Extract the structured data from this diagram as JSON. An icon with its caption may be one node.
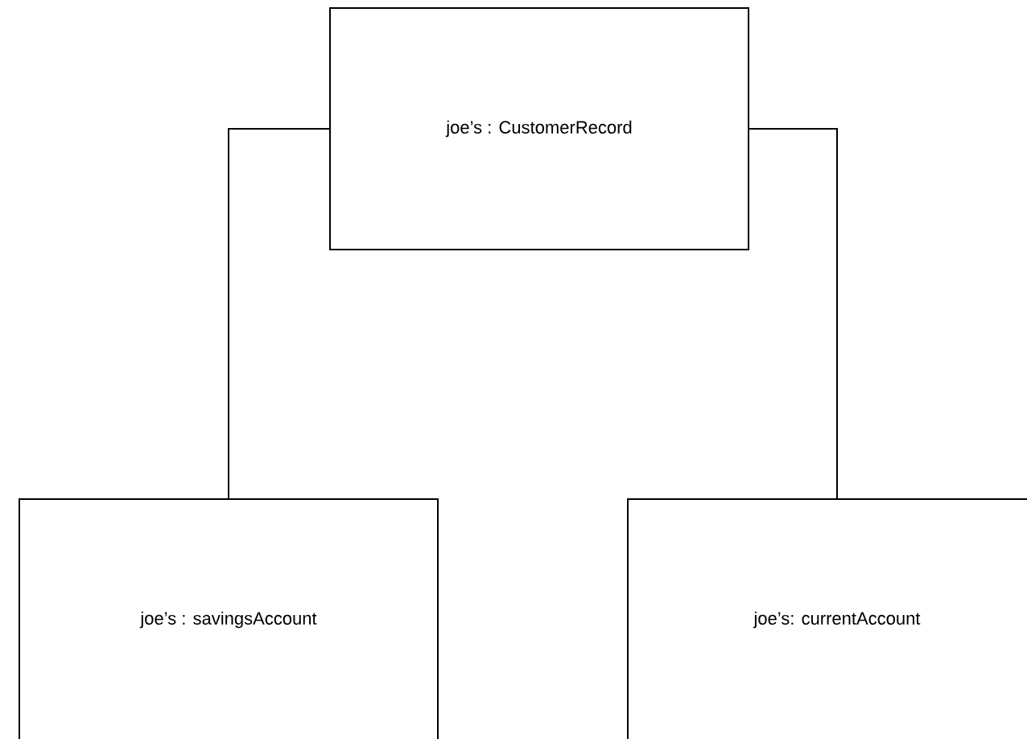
{
  "diagram": {
    "nodes": [
      {
        "text": [
          "joe’s : CustomerRecord"
        ]
      },
      {
        "text": [
          "joe’s : savingsAccount"
        ]
      },
      {
        "text": [
          "joe’s:  currentAccount"
        ]
      }
    ],
    "edges": [
      {
        "from": 0,
        "to": 1,
        "arrow": "none"
      },
      {
        "from": 0,
        "to": 2,
        "arrow": "none"
      }
    ]
  }
}
